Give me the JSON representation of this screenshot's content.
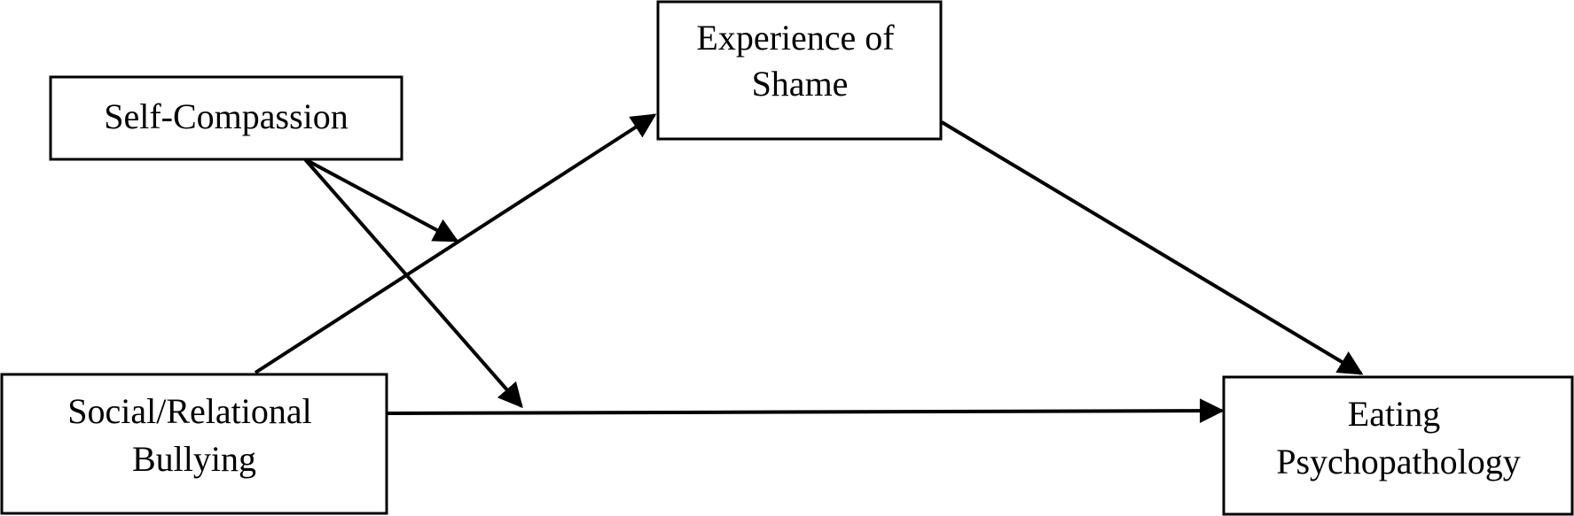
{
  "nodes": {
    "self_compassion": {
      "lines": [
        "Self-Compassion"
      ]
    },
    "experience_of_shame": {
      "lines": [
        "Experience of",
        "Shame"
      ]
    },
    "social_relational_bullying": {
      "lines": [
        "Social/Relational",
        "Bullying"
      ]
    },
    "eating_psychopathology": {
      "lines": [
        "Eating",
        "Psychopathology"
      ]
    }
  },
  "edges": [
    {
      "from": "social_relational_bullying",
      "to": "experience_of_shame"
    },
    {
      "from": "experience_of_shame",
      "to": "eating_psychopathology"
    },
    {
      "from": "social_relational_bullying",
      "to": "eating_psychopathology"
    },
    {
      "from": "self_compassion",
      "to": "path-bullying-to-shame"
    },
    {
      "from": "self_compassion",
      "to": "path-bullying-to-eating"
    }
  ],
  "colors": {
    "stroke": "#000000",
    "background": "#ffffff"
  }
}
